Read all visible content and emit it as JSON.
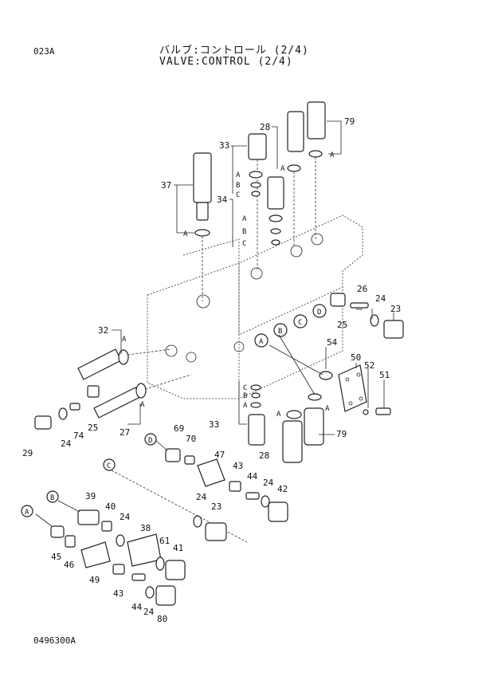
{
  "header": {
    "page_code": "023A",
    "title_jp": "バルブ:コントロール (2/4)",
    "title_en": "VALVE:CONTROL (2/4)"
  },
  "footer": {
    "drawing_number": "0496300A"
  },
  "callouts": {
    "p37": "37",
    "p33a": "33",
    "p34": "34",
    "p28a": "28",
    "p79a": "79",
    "p26": "26",
    "p24a": "24",
    "p23a": "23",
    "p25a": "25",
    "p32": "32",
    "p54": "54",
    "p50": "50",
    "p52": "52",
    "p51": "51",
    "p74": "74",
    "p25b": "25",
    "p27": "27",
    "p29": "29",
    "p24b": "24",
    "p33b": "33",
    "p28b": "28",
    "p79b": "79",
    "p69": "69",
    "p70": "70",
    "p47": "47",
    "p43a": "43",
    "p44a": "44",
    "p24c": "24",
    "p42": "42",
    "p39": "39",
    "p40": "40",
    "p24d": "24",
    "p23b": "23",
    "p24e": "24",
    "p38": "38",
    "p61": "61",
    "p41": "41",
    "p45": "45",
    "p46": "46",
    "p49": "49",
    "p43b": "43",
    "p44b": "44",
    "p24f": "24",
    "p80": "80"
  },
  "port_letters": {
    "A": "A",
    "B": "B",
    "C": "C",
    "D": "D"
  }
}
